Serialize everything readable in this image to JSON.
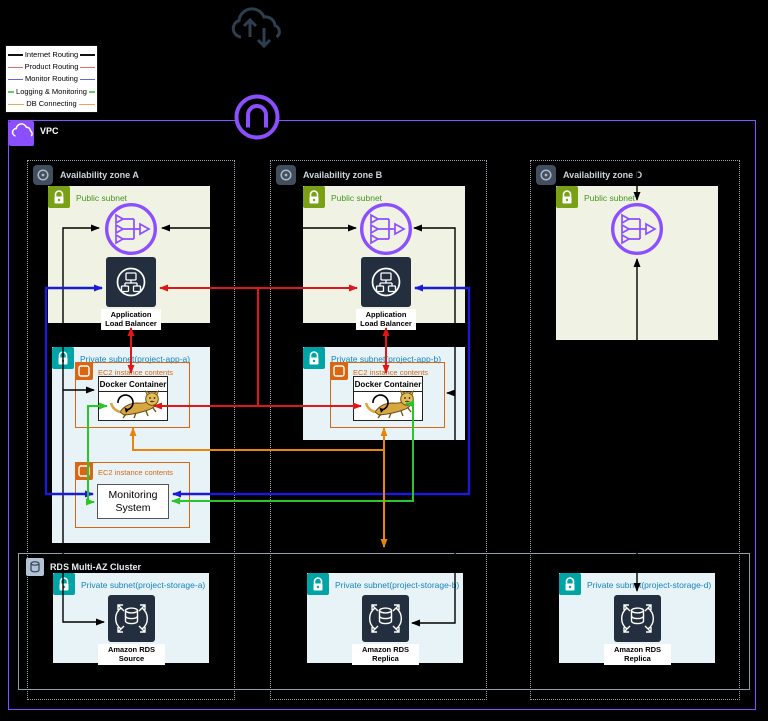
{
  "legend": {
    "items": [
      {
        "label": "Internet Routing",
        "color": "#111111"
      },
      {
        "label": "Product Routing",
        "color": "#e06c6c"
      },
      {
        "label": "Monitor Routing",
        "color": "#6565d8"
      },
      {
        "label": "Logging & Monitoring",
        "color": "#63cc63"
      },
      {
        "label": "DB Connecting",
        "color": "#eda45c"
      }
    ]
  },
  "vpc": {
    "label": "VPC"
  },
  "zones": [
    {
      "title": "Availability zone A",
      "public_subnet": {
        "label": "Public subnet"
      },
      "alb": {
        "line1": "Application",
        "line2": "Load Balancer"
      },
      "private_subnet": {
        "label": "Private subnet(project-app-a)"
      },
      "ec2_app": {
        "label": "EC2 instance contents",
        "container": "Docker Container"
      },
      "ec2_mon": {
        "label": "EC2 instance contents",
        "system_line1": "Monitoring",
        "system_line2": "System"
      }
    },
    {
      "title": "Availability zone B",
      "public_subnet": {
        "label": "Public subnet"
      },
      "alb": {
        "line1": "Application",
        "line2": "Load Balancer"
      },
      "private_subnet": {
        "label": "Private subnet(project-app-b)"
      },
      "ec2_app": {
        "label": "EC2 instance contents",
        "container": "Docker Container"
      }
    },
    {
      "title": "Availability zone D",
      "public_subnet": {
        "label": "Public subnet"
      }
    }
  ],
  "rds_cluster": {
    "title": "RDS Multi-AZ Cluster",
    "subnets": [
      {
        "label": "Private subnet(project-storage-a)",
        "db_line1": "Amazon RDS",
        "db_line2": "Source"
      },
      {
        "label": "Private subnet(project-storage-b)",
        "db_line1": "Amazon RDS",
        "db_line2": "Replica"
      },
      {
        "label": "Private subnet(project-storage-d)",
        "db_line1": "Amazon RDS",
        "db_line2": "Replica"
      }
    ]
  },
  "colors": {
    "background": "#000000",
    "vpc_border": "#8C4FFF",
    "internet_route": "#000000",
    "product_route": "#e11616",
    "monitor_route": "#1a1ad9",
    "logging_route": "#2bc42b",
    "db_route": "#e8860a",
    "public_subnet_bg": "#f0f3e4",
    "public_subnet_label": "#48941f",
    "private_subnet_bg": "#e8f3f7",
    "private_subnet_label": "#1583c0",
    "ec2_accent": "#d86613",
    "node_dark": "#232F3E"
  }
}
